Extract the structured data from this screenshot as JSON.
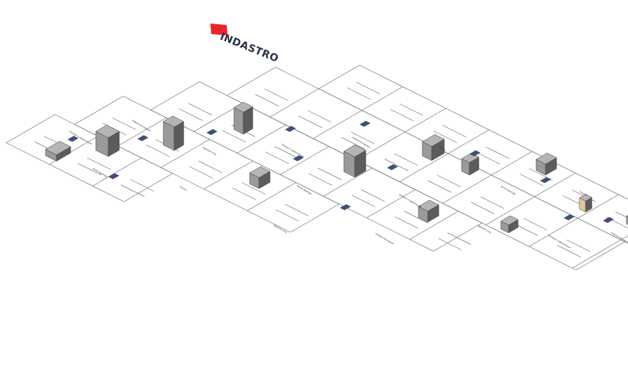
{
  "brand": {
    "name": "INDASTRO",
    "accent": "#e8262d",
    "text_color": "#2a3047"
  },
  "sheet_labels": [
    "Изоляция и гидроизоляция",
    "Опорные конструкции",
    "Выпуск арматуры",
    "Наружная стена",
    "Сечение"
  ],
  "icons": {
    "blue_swatch": "#3e4f78",
    "model_fill": "#9a9a9a",
    "model_dark": "#5c5c5c",
    "wood_panel": "#e7c79a"
  }
}
